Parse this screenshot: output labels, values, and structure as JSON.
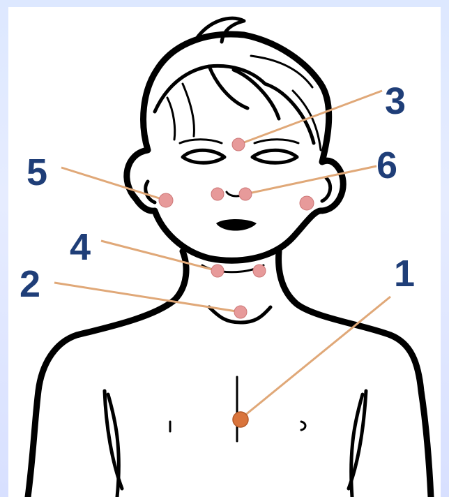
{
  "labels": {
    "n1": "1",
    "n2": "2",
    "n3": "3",
    "n4": "4",
    "n5": "5",
    "n6": "6"
  },
  "colors": {
    "background": "#dde8ff",
    "number": "#1f3e78",
    "leader_line": "#e0a878",
    "point": "#e79a9a",
    "main_point": "#d9743c"
  }
}
